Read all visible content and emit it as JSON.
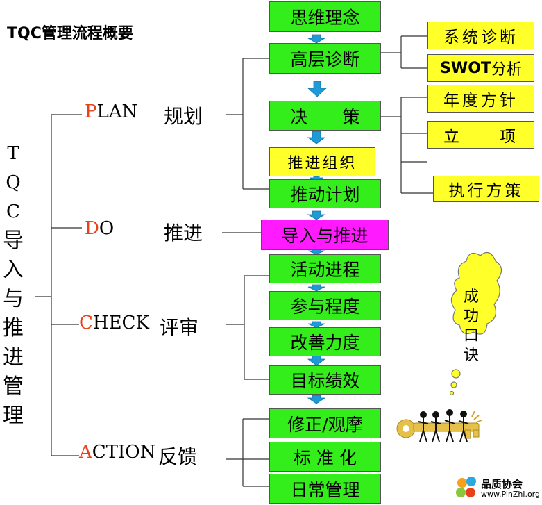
{
  "title": "TQC管理流程概要",
  "vertical_label": [
    "T",
    "Q",
    "C",
    "导",
    "入",
    "与",
    "推",
    "进",
    "管",
    "理"
  ],
  "phases": [
    {
      "first": "P",
      "rest": "LAN",
      "cn": "规划"
    },
    {
      "first": "D",
      "rest": "O",
      "cn": "推进"
    },
    {
      "first": "C",
      "rest": "HECK",
      "cn": "评审"
    },
    {
      "first": "A",
      "rest": "CTION",
      "cn": "反馈"
    }
  ],
  "steps": {
    "thinking": "思维理念",
    "diagnosis": "高层诊断",
    "decision": "决　　策",
    "org": "推进组织",
    "plan": "推动计划",
    "intro": "导入与推进",
    "activity": "活动进程",
    "participation": "参与程度",
    "improvement": "改善力度",
    "goal": "目标绩效",
    "revise": "修正/观摩",
    "standard": "标 准 化",
    "daily": "日常管理"
  },
  "side": {
    "system_diag": "系统诊断",
    "swot_bold": "SWOT",
    "swot_rest": "分析",
    "annual": "年度方针",
    "project": "立　　项",
    "execute": "执行方策"
  },
  "bubble": [
    "成",
    "功",
    "口",
    "诀"
  ],
  "watermark": {
    "name": "品质协会",
    "url": "www.PinZhi.org"
  },
  "colors": {
    "green": "#33ee1a",
    "yellow": "#ffff2a",
    "magenta": "#ff1aff",
    "phase_letter": "#e8401c",
    "arrow": "#1e9ad6"
  }
}
